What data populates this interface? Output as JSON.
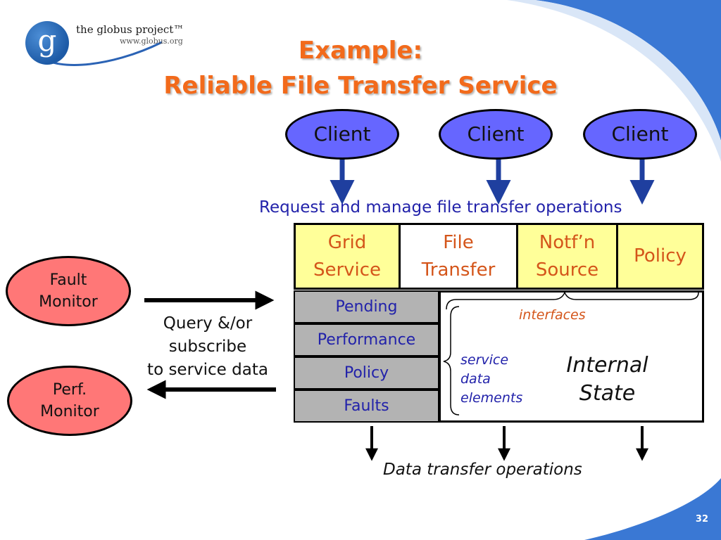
{
  "logo": {
    "letter": "g",
    "name": "the globus project™",
    "url": "www.globus.org"
  },
  "title": {
    "line1": "Example:",
    "line2": "Reliable File Transfer Service"
  },
  "clients": [
    "Client",
    "Client",
    "Client"
  ],
  "request_label": "Request and manage file transfer operations",
  "top_cells": [
    "Grid\nService",
    "File\nTransfer",
    "Notf’n\nSource",
    "Policy"
  ],
  "service_data_elements": [
    "Pending",
    "Performance",
    "Policy",
    "Faults"
  ],
  "interfaces_label": "interfaces",
  "sde_label": "service\ndata\nelements",
  "internal_state": "Internal\nState",
  "monitors": {
    "fault": "Fault\nMonitor",
    "perf": "Perf.\nMonitor"
  },
  "query_label": "Query &/or\nsubscribe\nto service data",
  "data_transfer_label": "Data transfer operations",
  "page_number": "32",
  "colors": {
    "title": "#f26a1b",
    "client_fill": "#6666ff",
    "monitor_fill": "#ff7777",
    "cell_yellow": "#ffff99",
    "sde_gray": "#b3b3b3",
    "arrow_blue": "#1f3f9f",
    "corner_blue": "#3a78d4"
  }
}
